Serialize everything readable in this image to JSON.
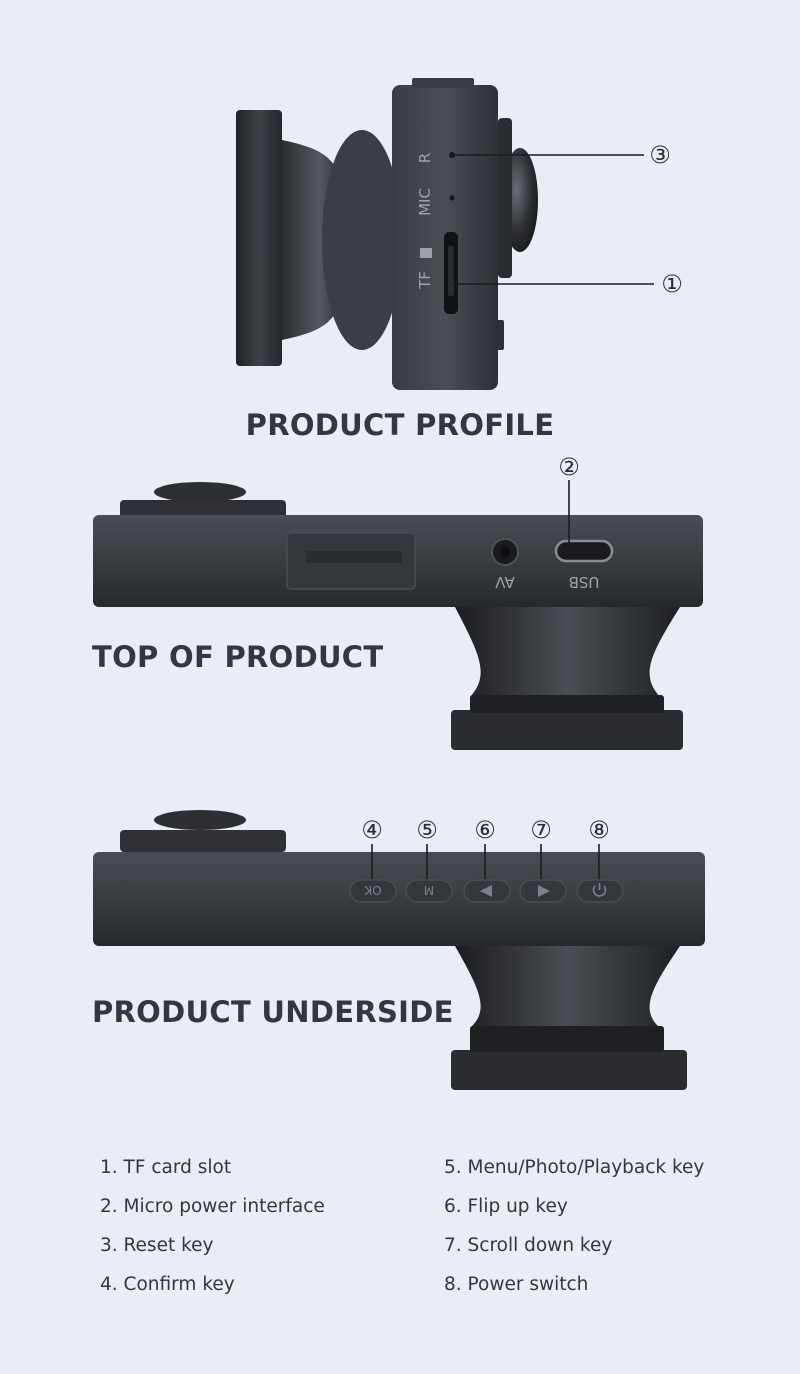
{
  "sections": {
    "profile": {
      "title": "PRODUCT PROFILE",
      "port_labels": {
        "reset": "R",
        "mic": "MIC",
        "tf": "TF"
      },
      "callouts": [
        "③",
        "①"
      ]
    },
    "top": {
      "title": "TOP OF PRODUCT",
      "port_labels": {
        "av": "AV",
        "usb": "USB"
      },
      "callouts": [
        "②"
      ]
    },
    "underside": {
      "title": "PRODUCT UNDERSIDE",
      "callouts": [
        "④",
        "⑤",
        "⑥",
        "⑦",
        "⑧"
      ],
      "button_labels": [
        "OK",
        "M"
      ],
      "button_icons": [
        "ok-button",
        "menu-button",
        "left-arrow-icon",
        "right-arrow-icon",
        "power-icon"
      ]
    }
  },
  "legend": {
    "left": [
      "1. TF card slot",
      "2. Micro power interface",
      "3. Reset key",
      "4. Confirm key"
    ],
    "right": [
      "5. Menu/Photo/Playback key",
      "6. Flip up key",
      "7. Scroll down key",
      "8. Power switch"
    ]
  },
  "colors": {
    "background": "#e9edf6",
    "device_dark": "#2b2e33",
    "device_mid": "#3d4046",
    "text": "#33373c"
  }
}
